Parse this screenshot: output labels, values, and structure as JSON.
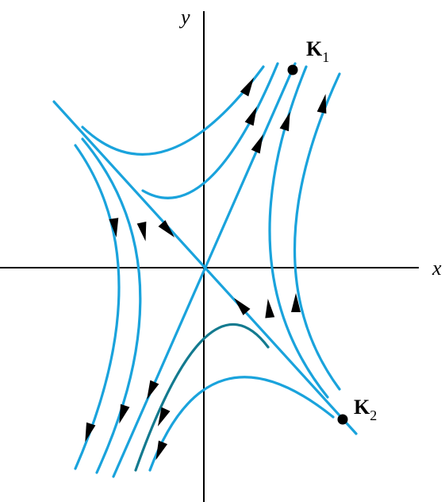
{
  "axes": {
    "x_label": "x",
    "y_label": "y"
  },
  "points": [
    {
      "name": "K1",
      "label": "K",
      "subscript": "1"
    },
    {
      "name": "K2",
      "label": "K",
      "subscript": "2"
    }
  ],
  "colors": {
    "trajectory": "#1aa3dc",
    "highlight_trajectory": "#137a8f",
    "axis": "#000000",
    "arrow": "#000000"
  }
}
